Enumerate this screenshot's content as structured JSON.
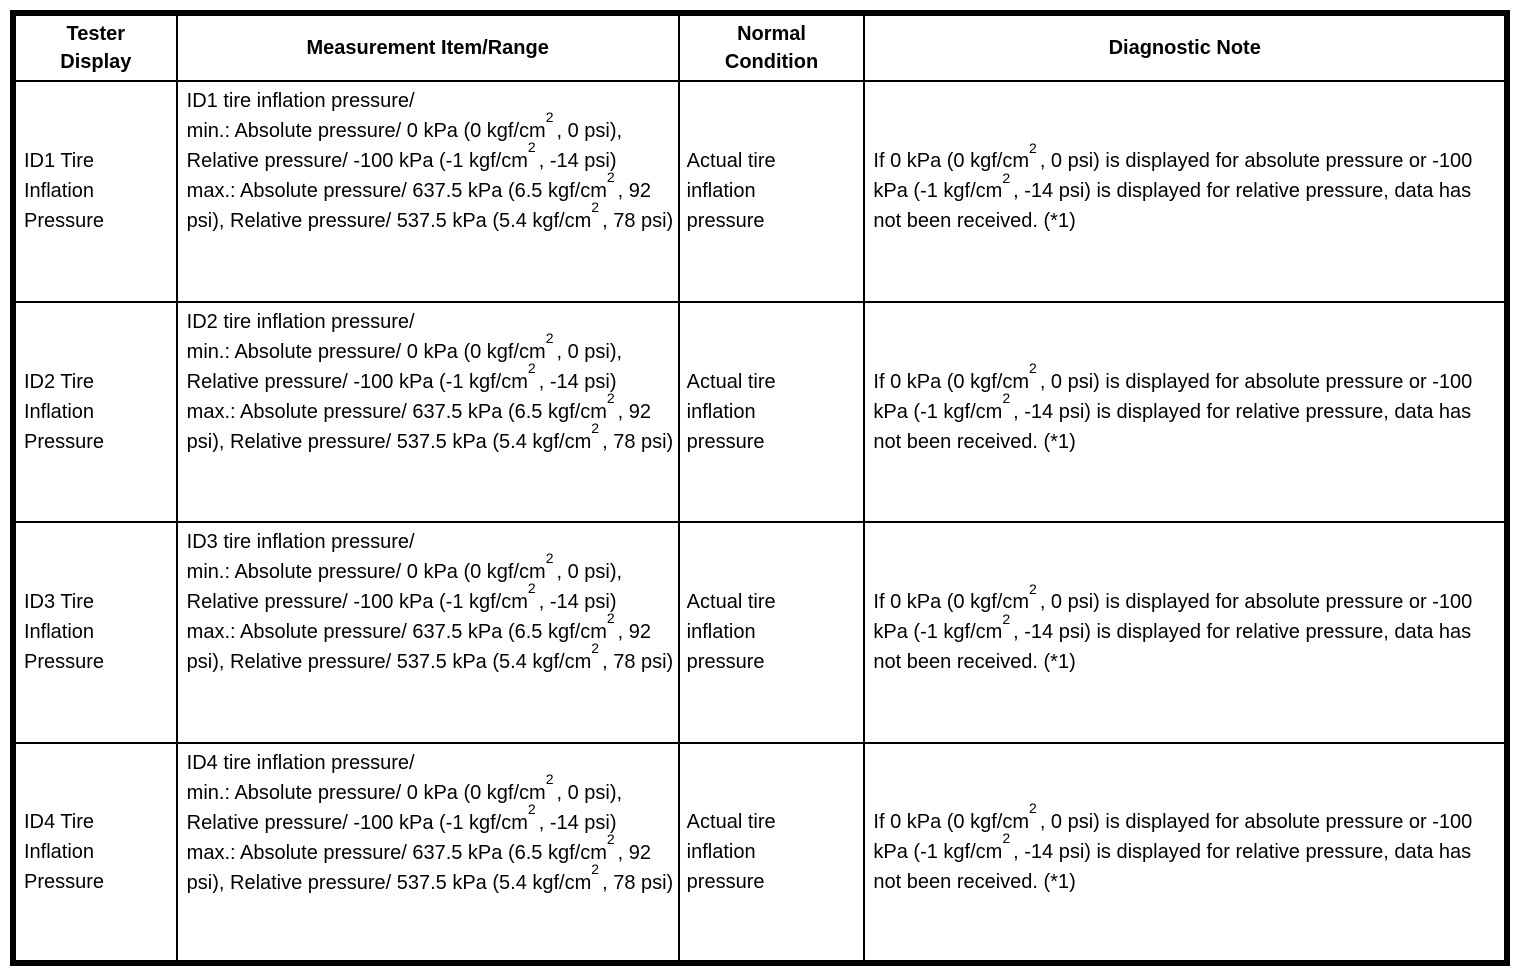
{
  "table": {
    "headers": [
      {
        "label": "Tester\nDisplay"
      },
      {
        "label": "Measurement Item/Range"
      },
      {
        "label": "Normal\nCondition"
      },
      {
        "label": "Diagnostic Note"
      }
    ],
    "rows": [
      {
        "tester_display": "ID1 Tire Inflation Pressure",
        "measurement_lines": [
          "ID1 tire inflation pressure/",
          "min.: Absolute pressure/ 0 kPa (0 kgf/cm², 0 psi), Relative pressure/ -100 kPa (-1 kgf/cm², -14 psi)",
          "max.: Absolute pressure/ 637.5 kPa (6.5 kgf/cm², 92 psi), Relative pressure/ 537.5 kPa (5.4 kgf/cm², 78 psi)"
        ],
        "normal_condition": "Actual tire inflation pressure",
        "diagnostic_note": "If 0 kPa (0 kgf/cm², 0 psi) is displayed for absolute pressure or -100 kPa (-1 kgf/cm², -14 psi) is displayed for relative pressure, data has not been received. (*1)"
      },
      {
        "tester_display": "ID2 Tire Inflation Pressure",
        "measurement_lines": [
          "ID2 tire inflation pressure/",
          "min.: Absolute pressure/ 0 kPa (0 kgf/cm², 0 psi), Relative pressure/ -100 kPa (-1 kgf/cm², -14 psi)",
          "max.: Absolute pressure/ 637.5 kPa (6.5 kgf/cm², 92 psi), Relative pressure/ 537.5 kPa (5.4 kgf/cm², 78 psi)"
        ],
        "normal_condition": "Actual tire inflation pressure",
        "diagnostic_note": "If 0 kPa (0 kgf/cm², 0 psi) is displayed for absolute pressure or -100 kPa (-1 kgf/cm², -14 psi) is displayed for relative pressure, data has not been received. (*1)"
      },
      {
        "tester_display": "ID3 Tire Inflation Pressure",
        "measurement_lines": [
          "ID3 tire inflation pressure/",
          "min.: Absolute pressure/ 0 kPa (0 kgf/cm², 0 psi), Relative pressure/ -100 kPa (-1 kgf/cm², -14 psi)",
          "max.: Absolute pressure/ 637.5 kPa (6.5 kgf/cm², 92 psi), Relative pressure/ 537.5 kPa (5.4 kgf/cm², 78 psi)"
        ],
        "normal_condition": "Actual tire inflation pressure",
        "diagnostic_note": "If 0 kPa (0 kgf/cm², 0 psi) is displayed for absolute pressure or -100 kPa (-1 kgf/cm², -14 psi) is displayed for relative pressure, data has not been received. (*1)"
      },
      {
        "tester_display": "ID4 Tire Inflation Pressure",
        "measurement_lines": [
          "ID4 tire inflation pressure/",
          "min.: Absolute pressure/ 0 kPa (0 kgf/cm², 0 psi), Relative pressure/ -100 kPa (-1 kgf/cm², -14 psi)",
          "max.: Absolute pressure/ 637.5 kPa (6.5 kgf/cm², 92 psi), Relative pressure/ 537.5 kPa (5.4 kgf/cm², 78 psi)"
        ],
        "normal_condition": "Actual tire inflation pressure",
        "diagnostic_note": "If 0 kPa (0 kgf/cm², 0 psi) is displayed for absolute pressure or -100 kPa (-1 kgf/cm², -14 psi) is displayed for relative pressure, data has not been received. (*1)"
      }
    ]
  }
}
